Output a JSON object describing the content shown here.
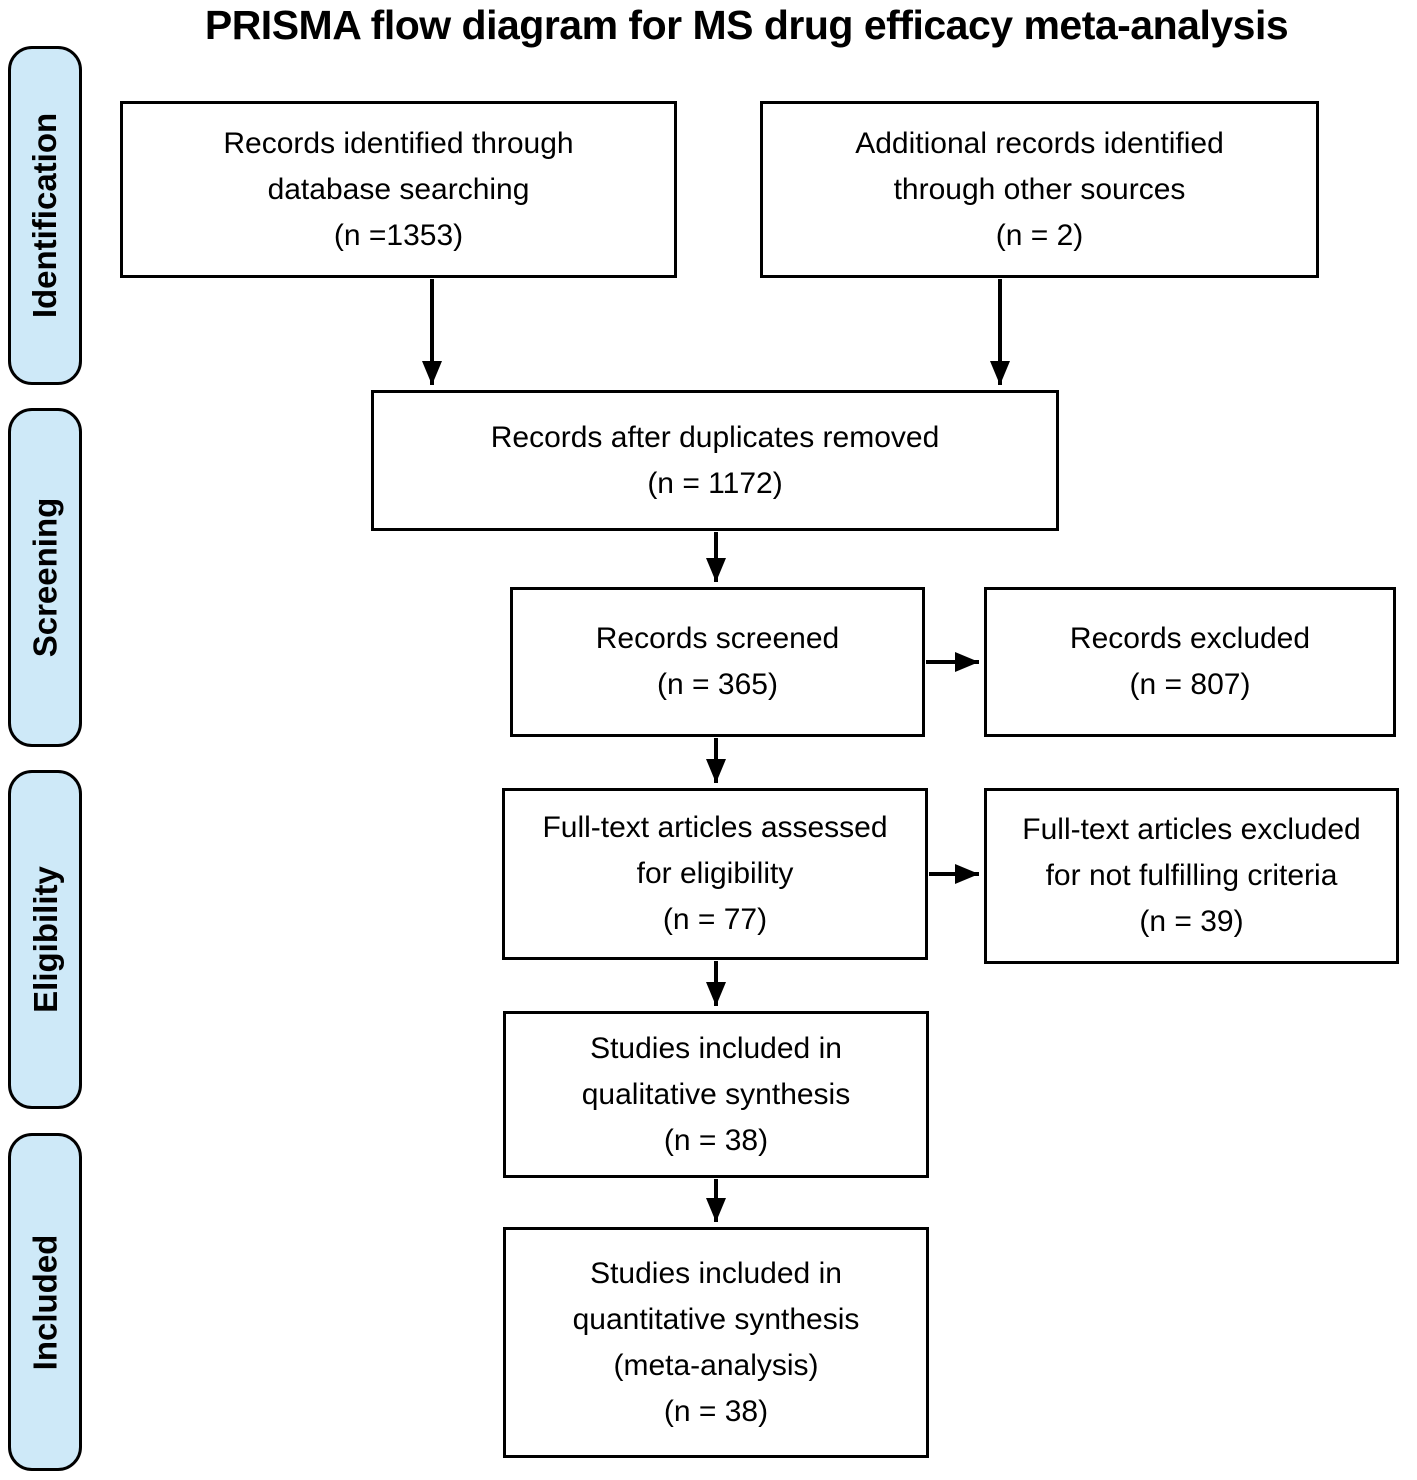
{
  "title": "PRISMA flow diagram for MS drug efficacy meta-analysis",
  "stages": [
    {
      "label": "Identification"
    },
    {
      "label": "Screening"
    },
    {
      "label": "Eligibility"
    },
    {
      "label": "Included"
    }
  ],
  "boxes": {
    "identified": {
      "lines": [
        "Records identified through",
        "database searching",
        "(n =1353)"
      ]
    },
    "additional": {
      "lines": [
        "Additional records identified",
        "through other sources",
        "(n = 2)"
      ]
    },
    "duplicates": {
      "lines": [
        "Records after duplicates removed",
        "(n = 1172)"
      ]
    },
    "screened": {
      "lines": [
        "Records screened",
        "(n = 365)"
      ]
    },
    "excluded": {
      "lines": [
        "Records excluded",
        "(n = 807)"
      ]
    },
    "fulltext": {
      "lines": [
        "Full-text articles assessed",
        "for eligibility",
        "(n = 77)"
      ]
    },
    "fulltext_excluded": {
      "lines": [
        "Full-text articles excluded",
        "for not fulfilling criteria",
        "(n = 39)"
      ]
    },
    "qualitative": {
      "lines": [
        "Studies included in",
        "qualitative synthesis",
        "(n = 38)"
      ]
    },
    "quantitative": {
      "lines": [
        "Studies included in",
        "quantitative synthesis",
        "(meta-analysis)",
        "(n = 38)"
      ]
    }
  },
  "colors": {
    "stage_fill": "#cee9f8",
    "stroke": "#000000",
    "background": "#ffffff"
  }
}
